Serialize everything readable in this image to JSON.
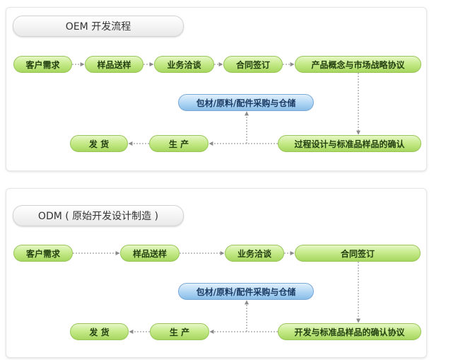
{
  "oem": {
    "title": "OEM 开发流程",
    "nodes": {
      "customer_demand": "客户需求",
      "sample_delivery": "样品送样",
      "business_negotiation": "业务洽谈",
      "contract_signing": "合同签订",
      "concept_agreement": "产品概念与市场战略协议",
      "procurement": "包材/原料/配件采购与仓储",
      "process_design": "过程设计与标准品样品的确认",
      "production": "生 产",
      "shipping": "发 货"
    }
  },
  "odm": {
    "title": "ODM ( 原始开发设计制造 )",
    "nodes": {
      "customer_demand": "客户需求",
      "sample_delivery": "样品送样",
      "business_negotiation": "业务洽谈",
      "contract_signing": "合同签订",
      "procurement": "包材/原料/配件采购与仓储",
      "development_agreement": "开发与标准品样品的确认协议",
      "production": "生 产",
      "shipping": "发 货"
    }
  },
  "colors": {
    "green_node": "#b8e07a",
    "blue_node": "#a8cff0",
    "arrow": "#8a8a8a"
  }
}
